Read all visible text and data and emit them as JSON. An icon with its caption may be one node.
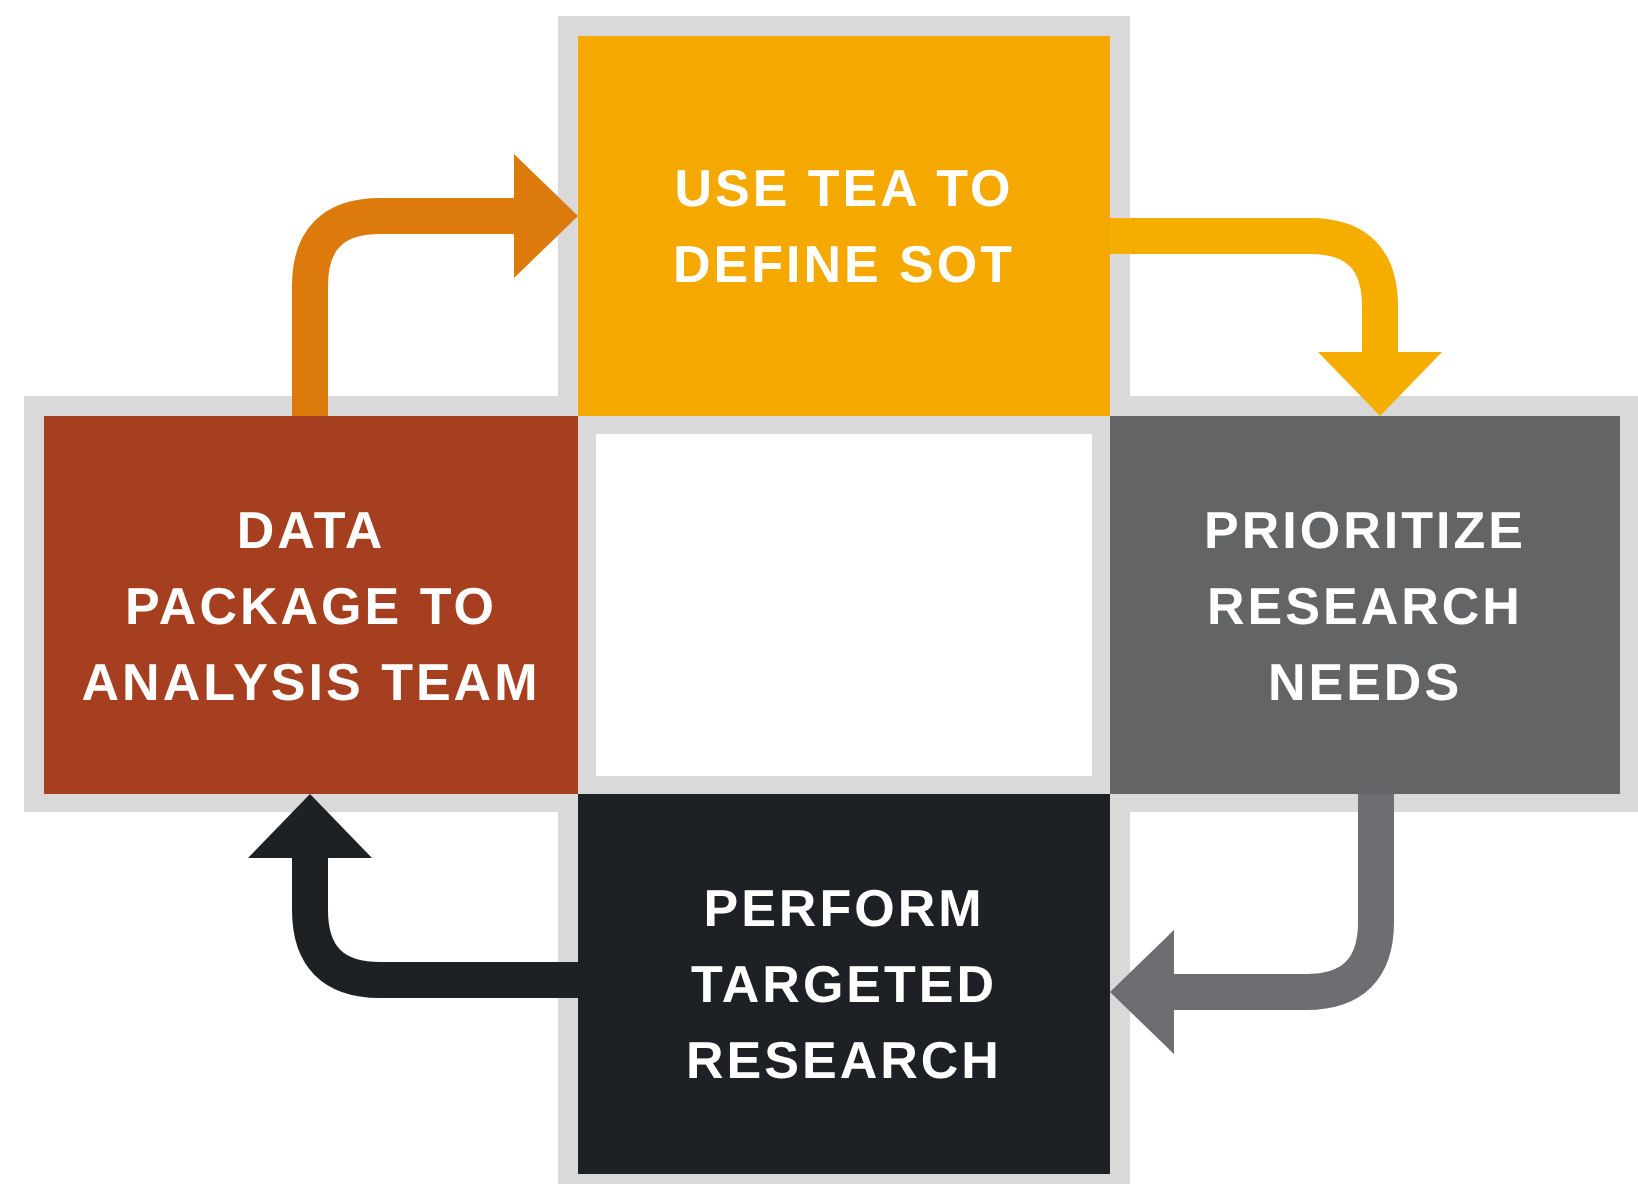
{
  "diagram": {
    "nodes": [
      {
        "text": [
          "USE TEA TO DEFINE SOT"
        ]
      },
      {
        "text": [
          "DATA PACKAGE TO ANALYSIS TEAM"
        ]
      },
      {
        "text": [],
        "shape": "box"
      },
      {
        "text": [
          "PRIORITIZE RESEARCH NEEDS"
        ]
      },
      {
        "text": [
          "PERFORM TARGETED RESEARCH"
        ]
      }
    ],
    "edges": [
      {
        "from": 1,
        "to": 0,
        "arrow": "to",
        "color": "#dd7a0c"
      },
      {
        "from": 0,
        "to": 3,
        "arrow": "to",
        "color": "#f5ae00"
      },
      {
        "from": 3,
        "to": 4,
        "arrow": "to",
        "color": "#6d6e71"
      },
      {
        "from": 4,
        "to": 1,
        "arrow": "to",
        "color": "#1e2124"
      }
    ]
  }
}
